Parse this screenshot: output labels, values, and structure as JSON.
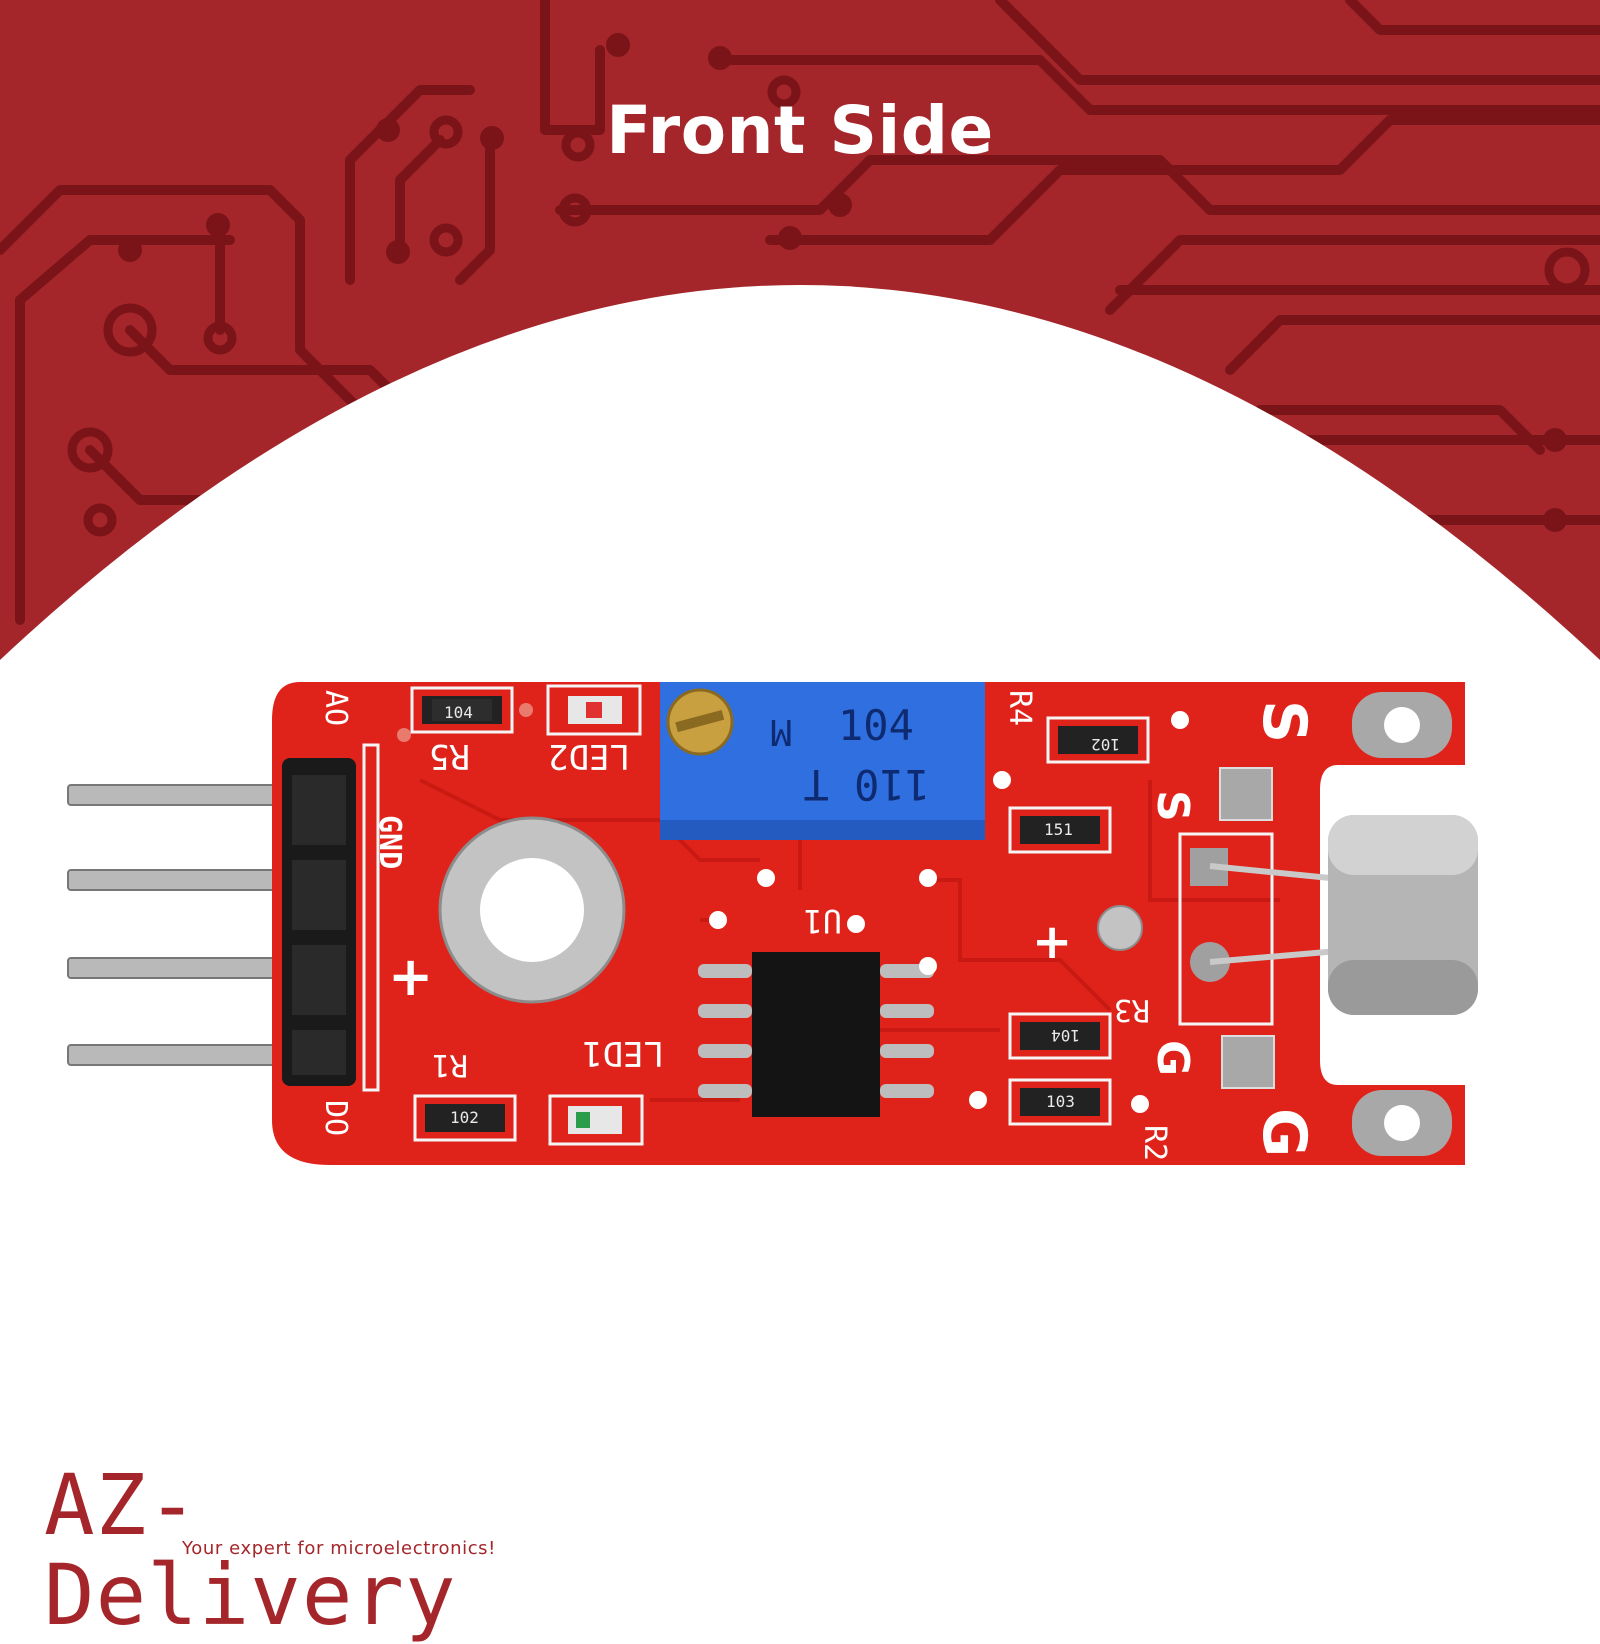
{
  "title": "Front Side",
  "colors": {
    "banner_red": "#a5262a",
    "circuit_dark": "#7a1418",
    "pcb_red": "#e0231a",
    "pot_blue": "#2f6fe0"
  },
  "brand": {
    "name": "AZ-Delivery",
    "tagline": "Your expert for microelectronics!"
  },
  "board": {
    "pin_labels": [
      "AO",
      "GND",
      "+",
      "DO"
    ],
    "components": {
      "r5": "R5",
      "led2": "LED2",
      "r4": "R4",
      "u1": "U1",
      "r1": "R1",
      "led1": "LED1",
      "r3": "R3",
      "r2": "R2",
      "plus": "+"
    },
    "values": {
      "r5_value": "104",
      "r4_value": "102",
      "r_151": "151",
      "r3_value": "104",
      "r2_value": "103",
      "r1_value": "102"
    },
    "potentiometer": {
      "line1": "104",
      "line2": "M",
      "line3": "110 T"
    },
    "mic_labels": {
      "s": "S",
      "g": "G"
    }
  }
}
